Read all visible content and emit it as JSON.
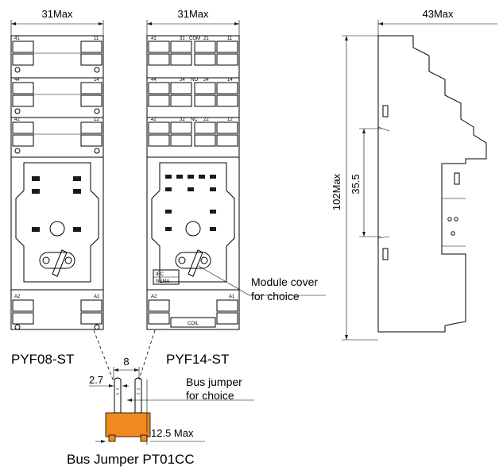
{
  "dimensions": {
    "width_left": "31Max",
    "width_middle": "31Max",
    "width_side": "43Max",
    "height_side": "102Max",
    "rail": "35.5",
    "jumper_pitch": "8",
    "jumper_pin": "2.7",
    "jumper_height": "12.5 Max"
  },
  "labels": {
    "model_left": "PYF08-ST",
    "model_middle": "PYF14-ST",
    "module_cover_line1": "Module cover",
    "module_cover_line2": "for choice",
    "bus_jumper_line1": "Bus jumper",
    "bus_jumper_line2": "for choice",
    "bus_jumper_title": "Bus  Jumper  PT01CC"
  },
  "terminals": {
    "left": [
      "41",
      "11",
      "44",
      "14",
      "42",
      "12",
      "A2",
      "A1"
    ],
    "middle": [
      "41",
      "31",
      "COM",
      "21",
      "11",
      "44",
      "34",
      "NO",
      "24",
      "14",
      "42",
      "32",
      "NC",
      "22",
      "12",
      "A2",
      "A1",
      "COIL"
    ],
    "module_cover": [
      "IEC",
      "NEMA"
    ]
  },
  "colors": {
    "jumper_body": "#f08a1e",
    "line": "#000000"
  }
}
